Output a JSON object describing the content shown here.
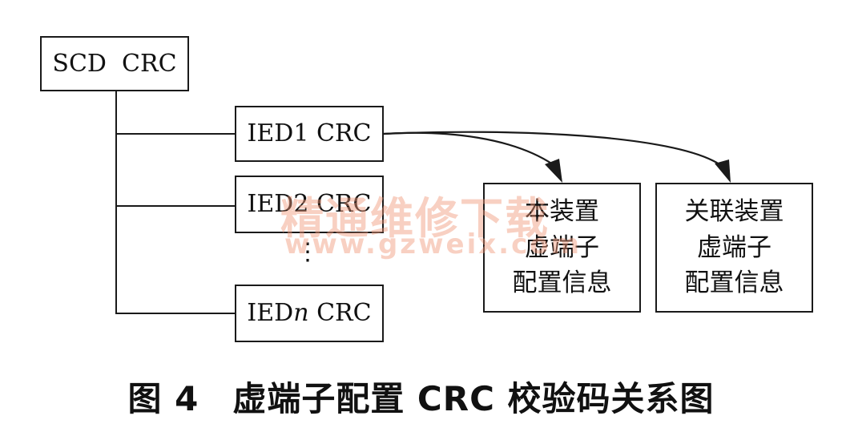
{
  "diagram": {
    "scd_box": "SCD  CRC",
    "ied1_box": "IED1 CRC",
    "ied2_box": "IED2 CRC",
    "ellipsis": "⋮",
    "iedn_box": {
      "prefix": "IED",
      "italic": "n",
      "suffix": " CRC"
    },
    "local_box": {
      "line1": "本装置",
      "line2": "虚端子",
      "line3": "配置信息"
    },
    "related_box": {
      "line1": "关联装置",
      "line2": "虚端子",
      "line3": "配置信息"
    }
  },
  "watermark": {
    "cn": "精通维修下载",
    "url": "www.gzweix.com"
  },
  "caption": {
    "number": "图 4",
    "text": "虚端子配置 CRC 校验码关系图"
  },
  "colors": {
    "line": "#1a1a1a",
    "watermark": "#f09678"
  }
}
